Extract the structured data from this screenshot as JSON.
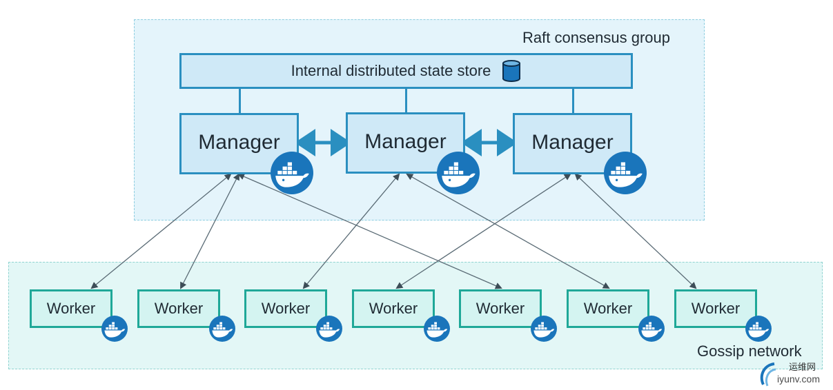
{
  "groups": {
    "raft_label": "Raft consensus group",
    "gossip_label": "Gossip network"
  },
  "store": {
    "label": "Internal distributed state store",
    "icon": "database-icon"
  },
  "managers": [
    {
      "label": "Manager",
      "icon": "docker-whale-icon"
    },
    {
      "label": "Manager",
      "icon": "docker-whale-icon"
    },
    {
      "label": "Manager",
      "icon": "docker-whale-icon"
    }
  ],
  "workers": [
    {
      "label": "Worker",
      "icon": "docker-whale-icon"
    },
    {
      "label": "Worker",
      "icon": "docker-whale-icon"
    },
    {
      "label": "Worker",
      "icon": "docker-whale-icon"
    },
    {
      "label": "Worker",
      "icon": "docker-whale-icon"
    },
    {
      "label": "Worker",
      "icon": "docker-whale-icon"
    },
    {
      "label": "Worker",
      "icon": "docker-whale-icon"
    },
    {
      "label": "Worker",
      "icon": "docker-whale-icon"
    }
  ],
  "watermark": {
    "cn": "运维网",
    "url": "iyunv.com"
  },
  "colors": {
    "manager_border": "#2a8fc0",
    "worker_border": "#1fa898",
    "docker_blue": "#1a75bb",
    "link_gray": "#5a6b75"
  }
}
